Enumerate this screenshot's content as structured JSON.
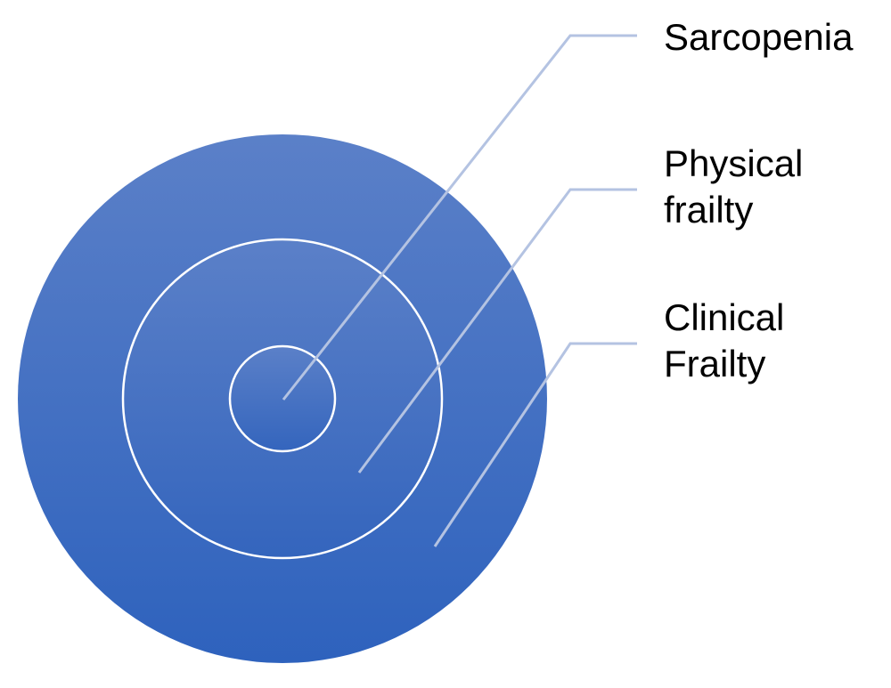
{
  "labels": {
    "sarcopenia": "Sarcopenia",
    "physical_line1": "Physical",
    "physical_line2": "frailty",
    "clinical_line1": "Clinical",
    "clinical_line2": "Frailty"
  },
  "colors": {
    "fill_top": "#5b80c8",
    "fill_bottom": "#2e62bd",
    "leader": "#b4c3e2"
  }
}
